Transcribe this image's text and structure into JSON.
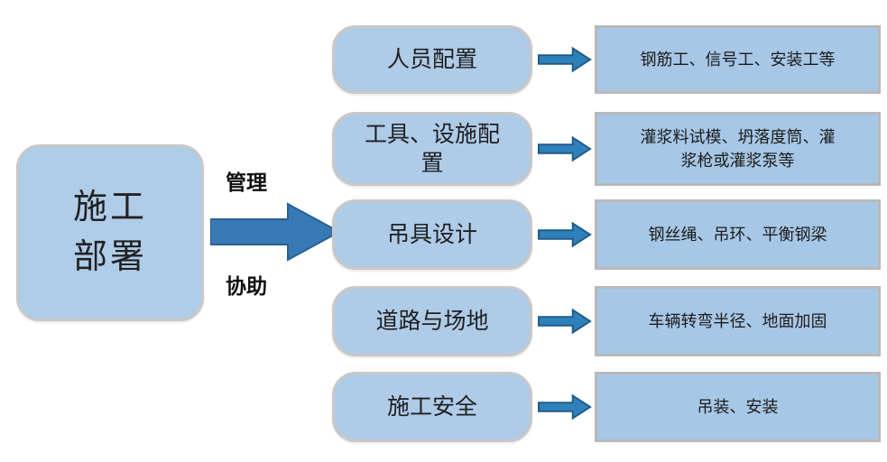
{
  "diagram": {
    "root": {
      "label": "施工\n部署"
    },
    "main_arrow_labels": {
      "top": "管理",
      "bottom": "协助"
    },
    "rows": [
      {
        "category": "人员配置",
        "detail": "钢筋工、信号工、安装工等"
      },
      {
        "category": "工具、设施配\n置",
        "detail": "灌浆料试模、坍落度筒、灌\n浆枪或灌浆泵等"
      },
      {
        "category": "吊具设计",
        "detail": "钢丝绳、吊环、平衡钢梁"
      },
      {
        "category": "道路与场地",
        "detail": "车辆转弯半径、地面加固"
      },
      {
        "category": "施工安全",
        "detail": "吊装、安装"
      }
    ],
    "colors": {
      "node_fill": "#aecbe8",
      "node_border": "#c8c8c8",
      "detail_fill": "#a6c7e5",
      "detail_border": "#b9b9b9",
      "big_arrow_fill": "#3779b5",
      "small_arrow_fill": "#2e80ba",
      "small_arrow_stroke": "#1f5a85",
      "text": "#1a1a1a"
    }
  }
}
